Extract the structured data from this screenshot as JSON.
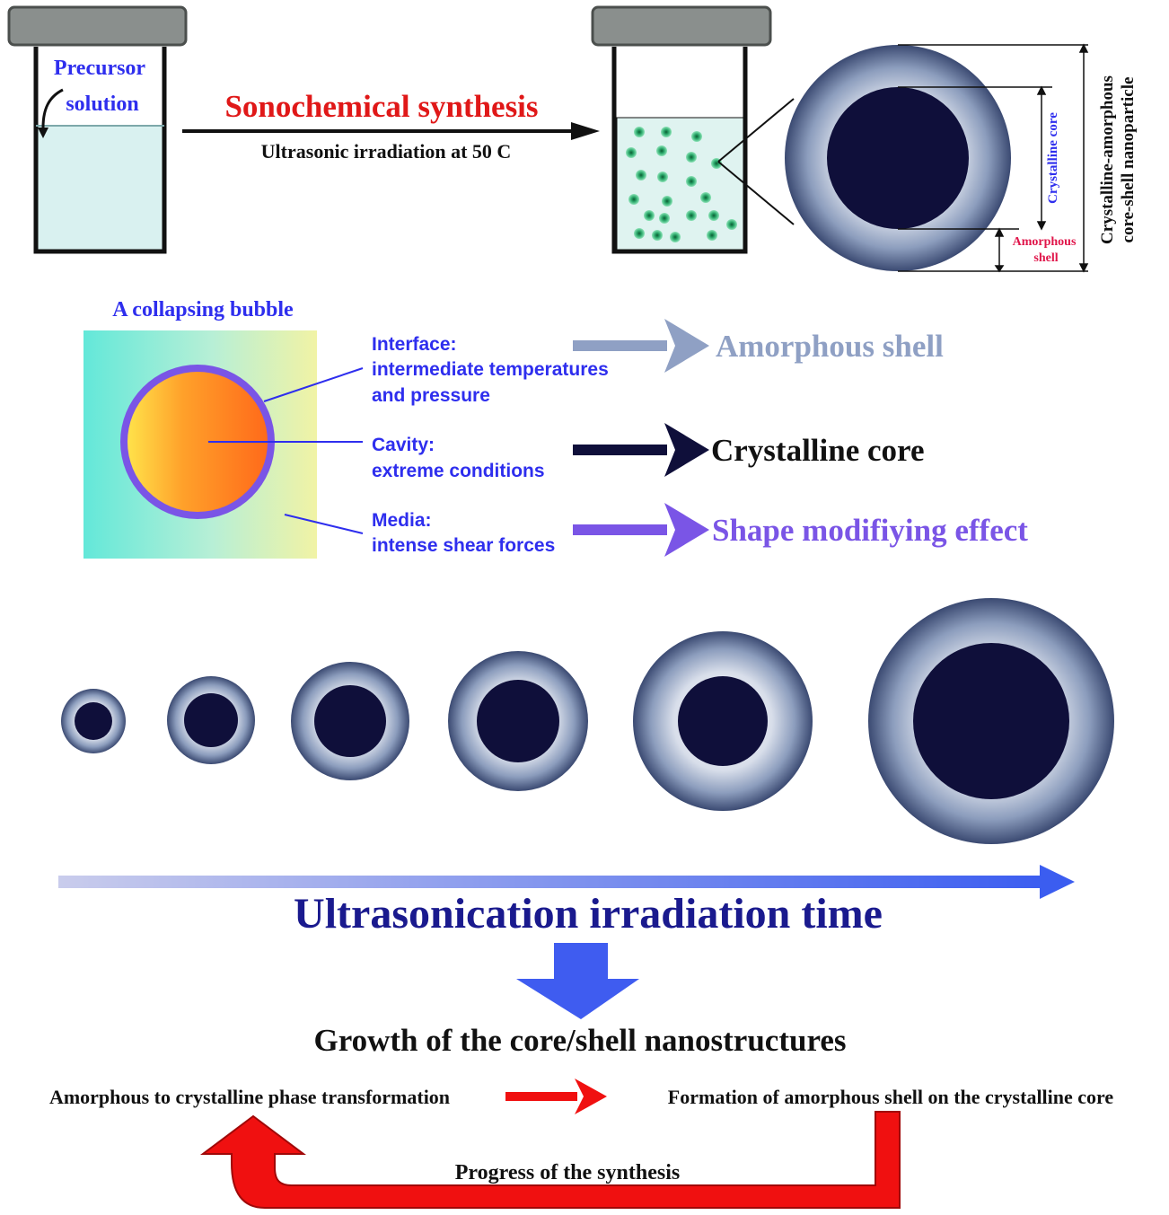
{
  "top": {
    "precursor_line1": "Precursor",
    "precursor_line2": "solution",
    "synthesis_title": "Sonochemical synthesis",
    "irradiation_condition": "Ultrasonic irradiation at 50 C",
    "crystalline_core_label": "Crystalline core",
    "amorphous_shell_line1": "Amorphous",
    "amorphous_shell_line2": "shell",
    "nanoparticle_line1": "Crystalline-amorphous",
    "nanoparticle_line2": "core-shell nanoparticle"
  },
  "bubble": {
    "title": "A collapsing bubble",
    "interface_title": "Interface:",
    "interface_line1": "intermediate temperatures",
    "interface_line2": "and pressure",
    "cavity_title": "Cavity:",
    "cavity_line1": "extreme conditions",
    "media_title": "Media:",
    "media_line1": "intense shear forces",
    "result_interface": "Amorphous shell",
    "result_cavity": "Crystalline core",
    "result_media": "Shape modifiying effect"
  },
  "growth": {
    "time_label": "Ultrasonication irradiation time",
    "growth_title": "Growth of the core/shell nanostructures",
    "phase_transformation": "Amorphous to crystalline phase transformation",
    "shell_formation": "Formation of amorphous shell on the crystalline core",
    "progress_label": "Progress of the synthesis"
  },
  "colors": {
    "blue_text": "#2e2eee",
    "red_text": "#e01818",
    "dark_navy": "#0f0f3a",
    "light_steel": "#8fa0c4",
    "violet": "#7a55e6",
    "crimson": "#e0154a",
    "arrow_red": "#f01010",
    "arrow_blue": "#3f5cf0"
  }
}
